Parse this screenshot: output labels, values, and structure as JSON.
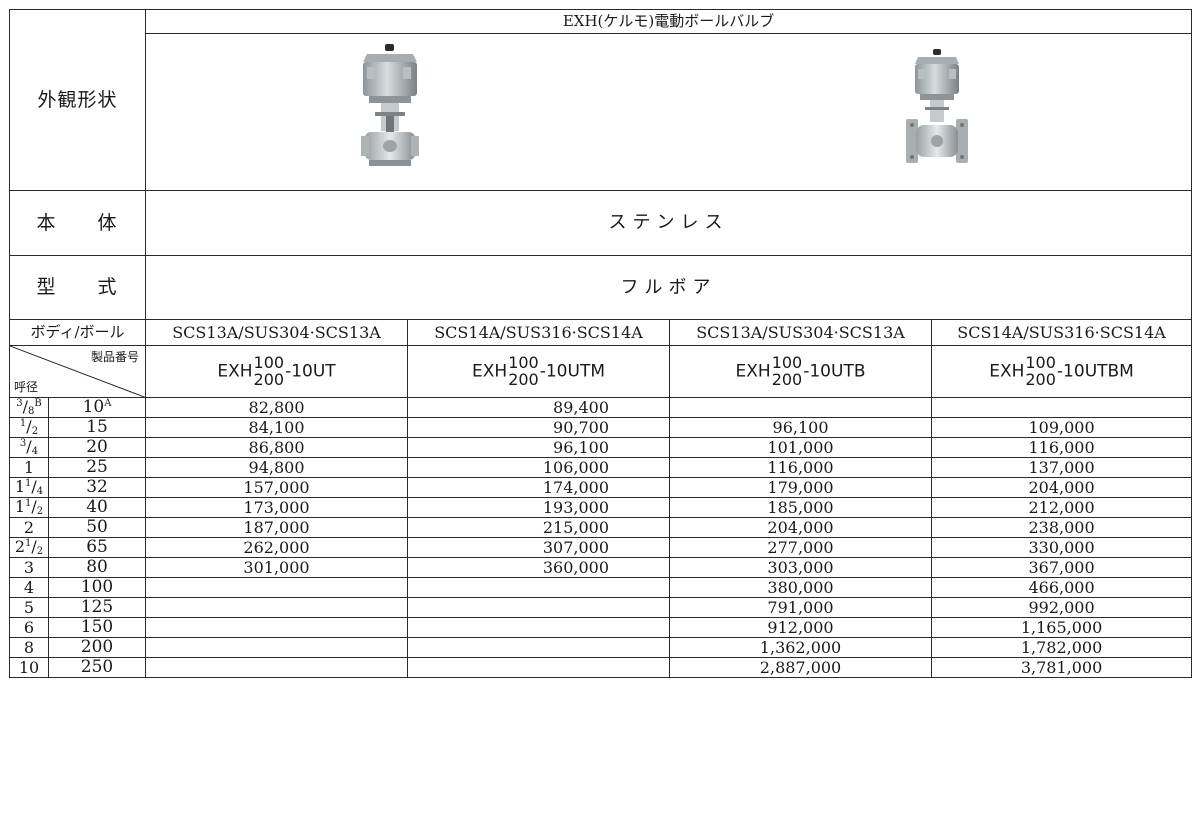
{
  "header": {
    "appearance_label": "外観形状",
    "product_name": "EXH(ケルモ)電動ボールバルブ"
  },
  "body": {
    "label": "本 体",
    "value": "ステンレス"
  },
  "type": {
    "label": "型 式",
    "value": "フルボア"
  },
  "material": {
    "label": "ボディ/ボール",
    "values": [
      "SCS13A/SUS304·SCS13A",
      "SCS14A/SUS316·SCS14A",
      "SCS13A/SUS304·SCS13A",
      "SCS14A/SUS316·SCS14A"
    ]
  },
  "model_header": {
    "product_number_label": "製品番号",
    "nominal_size_label": "呼径",
    "prefix": "EXH",
    "num_top": "100",
    "num_bottom": "200",
    "suffixes": [
      "-10UT",
      "-10UTM",
      "-10UTB",
      "-10UTBM"
    ]
  },
  "icons": {
    "valve_screwed": "electric-ball-valve-screwed-icon",
    "valve_flanged": "electric-ball-valve-flanged-icon"
  },
  "rows": [
    {
      "in_html": "<sup>3</sup>/<sub>8</sub><sup>B</sup>",
      "mm_html": "10<sup>A</sup>",
      "p": [
        "82,800",
        "89,400",
        "",
        ""
      ]
    },
    {
      "in_html": "<sup>1</sup>/<sub>2</sub>",
      "mm_html": "15",
      "p": [
        "84,100",
        "90,700",
        "96,100",
        "109,000"
      ]
    },
    {
      "in_html": "<sup>3</sup>/<sub>4</sub>",
      "mm_html": "20",
      "p": [
        "86,800",
        "96,100",
        "101,000",
        "116,000"
      ]
    },
    {
      "in_html": "1",
      "mm_html": "25",
      "p": [
        "94,800",
        "106,000",
        "116,000",
        "137,000"
      ]
    },
    {
      "in_html": "1<sup>1</sup>/<sub>4</sub>",
      "mm_html": "32",
      "p": [
        "157,000",
        "174,000",
        "179,000",
        "204,000"
      ]
    },
    {
      "in_html": "1<sup>1</sup>/<sub>2</sub>",
      "mm_html": "40",
      "p": [
        "173,000",
        "193,000",
        "185,000",
        "212,000"
      ]
    },
    {
      "in_html": "2",
      "mm_html": "50",
      "p": [
        "187,000",
        "215,000",
        "204,000",
        "238,000"
      ]
    },
    {
      "in_html": "2<sup>1</sup>/<sub>2</sub>",
      "mm_html": "65",
      "p": [
        "262,000",
        "307,000",
        "277,000",
        "330,000"
      ]
    },
    {
      "in_html": "3",
      "mm_html": "80",
      "p": [
        "301,000",
        "360,000",
        "303,000",
        "367,000"
      ]
    },
    {
      "in_html": "4",
      "mm_html": "100",
      "p": [
        "",
        "",
        "380,000",
        "466,000"
      ]
    },
    {
      "in_html": "5",
      "mm_html": "125",
      "p": [
        "",
        "",
        "791,000",
        "992,000"
      ]
    },
    {
      "in_html": "6",
      "mm_html": "150",
      "p": [
        "",
        "",
        "912,000",
        "1,165,000"
      ]
    },
    {
      "in_html": "8",
      "mm_html": "200",
      "p": [
        "",
        "",
        "1,362,000",
        "1,782,000"
      ]
    },
    {
      "in_html": "10",
      "mm_html": "250",
      "p": [
        "",
        "",
        "2,887,000",
        "3,781,000"
      ]
    }
  ]
}
